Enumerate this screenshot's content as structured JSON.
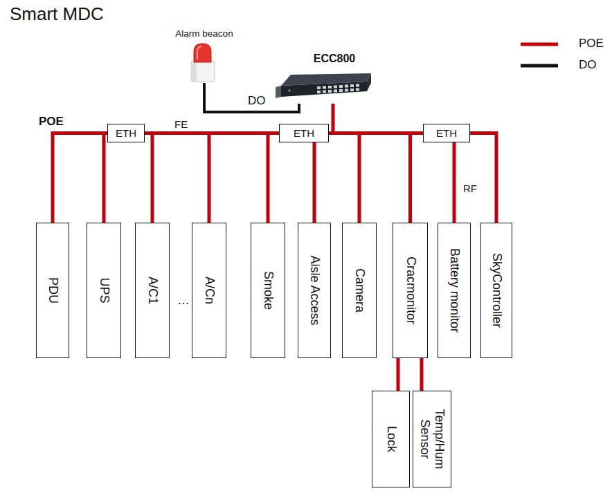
{
  "diagram": {
    "title": "Smart MDC",
    "nodes": [
      {
        "text": [
          "Alarm beacon"
        ]
      },
      {
        "text": [
          "ECC800"
        ]
      },
      {
        "text": [
          "ETH"
        ]
      },
      {
        "text": [
          "ETH"
        ]
      },
      {
        "text": [
          "ETH"
        ]
      },
      {
        "text": [
          "PDU"
        ]
      },
      {
        "text": [
          "UPS"
        ]
      },
      {
        "text": [
          "A/C1"
        ]
      },
      {
        "text": [
          "A/Cn"
        ]
      },
      {
        "text": [
          "Smoke"
        ]
      },
      {
        "text": [
          "Aisle Access"
        ]
      },
      {
        "text": [
          "Camera"
        ]
      },
      {
        "text": [
          "Cracmonitor"
        ]
      },
      {
        "text": [
          "Battery monitor"
        ]
      },
      {
        "text": [
          "SkyController"
        ]
      },
      {
        "text": [
          "Lock"
        ]
      },
      {
        "text": [
          "Temp/Hum Sensor"
        ]
      }
    ],
    "edges": [
      {
        "from": 0,
        "to": 1,
        "arrow": "none",
        "label": "DO"
      },
      {
        "from": 1,
        "to": 3,
        "arrow": "none"
      },
      {
        "from": 2,
        "to": 3,
        "arrow": "none",
        "label": "FE"
      },
      {
        "from": 3,
        "to": 4,
        "arrow": "none"
      },
      {
        "from": 2,
        "to": 5,
        "arrow": "none"
      },
      {
        "from": 2,
        "to": 6,
        "arrow": "none"
      },
      {
        "from": 2,
        "to": 7,
        "arrow": "none"
      },
      {
        "from": 3,
        "to": 8,
        "arrow": "none"
      },
      {
        "from": 3,
        "to": 9,
        "arrow": "none"
      },
      {
        "from": 3,
        "to": 10,
        "arrow": "none"
      },
      {
        "from": 3,
        "to": 11,
        "arrow": "none"
      },
      {
        "from": 4,
        "to": 12,
        "arrow": "none"
      },
      {
        "from": 4,
        "to": 13,
        "arrow": "none",
        "label": "RF"
      },
      {
        "from": 4,
        "to": 14,
        "arrow": "none"
      },
      {
        "from": 12,
        "to": 15,
        "arrow": "none"
      },
      {
        "from": 12,
        "to": 16,
        "arrow": "none"
      }
    ],
    "labels": [
      "POE",
      "…"
    ],
    "legend": [
      {
        "text": "POE"
      },
      {
        "text": "DO"
      }
    ]
  }
}
